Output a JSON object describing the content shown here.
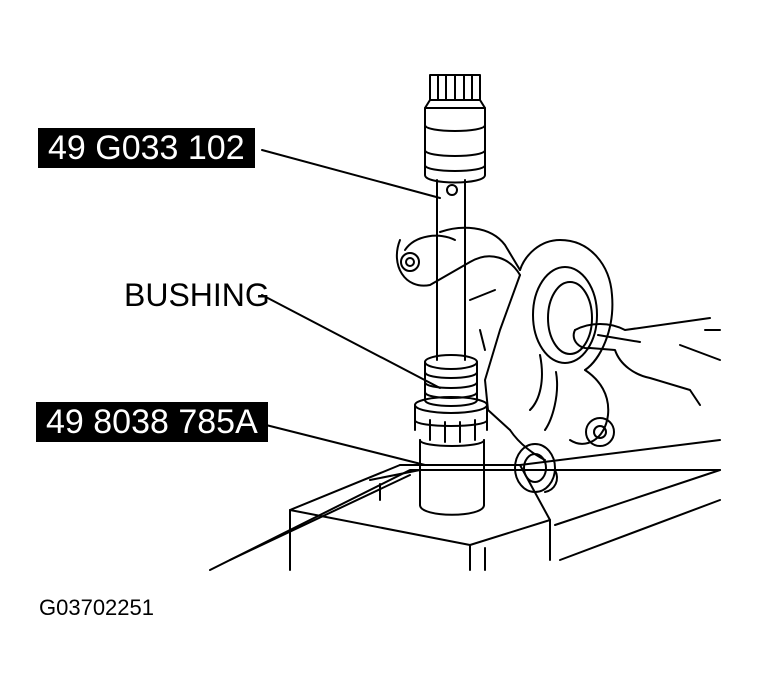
{
  "labels": {
    "tool_upper": "49 G033 102",
    "bushing": "BUSHING",
    "tool_lower": "49 8038 785A"
  },
  "figure_id": "G03702251",
  "colors": {
    "line": "#000000",
    "fill": "#ffffff",
    "callout_bg": "#000000",
    "callout_text": "#ffffff"
  }
}
